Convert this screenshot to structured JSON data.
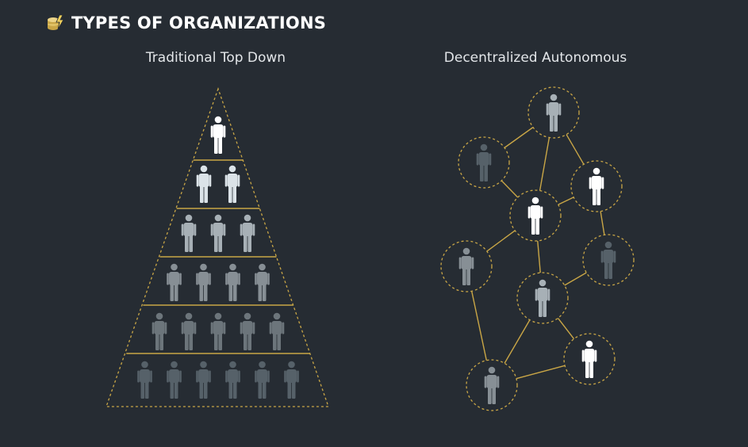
{
  "header": {
    "title": "TYPES OF ORGANIZATIONS",
    "logo_icon": "coin-stack-lightning-icon"
  },
  "colors": {
    "background": "#262c33",
    "accent_gold": "#c9a646",
    "person_white": "#ffffff",
    "person_light": "#dbe3e8",
    "person_mid": "#a7b0b6",
    "person_gray": "#878f95",
    "person_dark": "#6c757b",
    "person_darkest": "#566169"
  },
  "pyramid": {
    "title": "Traditional Top Down",
    "rows": [
      {
        "level": 1,
        "count": 1,
        "shade": "person_white"
      },
      {
        "level": 2,
        "count": 2,
        "shade": "person_light"
      },
      {
        "level": 3,
        "count": 3,
        "shade": "person_mid"
      },
      {
        "level": 4,
        "count": 4,
        "shade": "person_gray"
      },
      {
        "level": 5,
        "count": 5,
        "shade": "person_dark"
      },
      {
        "level": 6,
        "count": 6,
        "shade": "person_darkest"
      }
    ]
  },
  "network": {
    "title": "Decentralized Autonomous",
    "nodes": [
      {
        "id": "top",
        "shade": "person_mid"
      },
      {
        "id": "upper-left",
        "shade": "person_darkest"
      },
      {
        "id": "upper-right",
        "shade": "person_white"
      },
      {
        "id": "center",
        "shade": "person_white"
      },
      {
        "id": "middle-left",
        "shade": "person_gray"
      },
      {
        "id": "middle-right",
        "shade": "person_darkest"
      },
      {
        "id": "lower-center",
        "shade": "person_mid"
      },
      {
        "id": "bottom-right",
        "shade": "person_white"
      },
      {
        "id": "bottom-left",
        "shade": "person_gray"
      }
    ],
    "links": [
      [
        "top",
        "upper-left"
      ],
      [
        "top",
        "upper-right"
      ],
      [
        "top",
        "center"
      ],
      [
        "upper-left",
        "center"
      ],
      [
        "upper-right",
        "center"
      ],
      [
        "upper-right",
        "middle-right"
      ],
      [
        "center",
        "middle-left"
      ],
      [
        "center",
        "lower-center"
      ],
      [
        "middle-left",
        "bottom-left"
      ],
      [
        "middle-right",
        "lower-center"
      ],
      [
        "lower-center",
        "bottom-left"
      ],
      [
        "lower-center",
        "bottom-right"
      ],
      [
        "bottom-right",
        "bottom-left"
      ]
    ]
  }
}
